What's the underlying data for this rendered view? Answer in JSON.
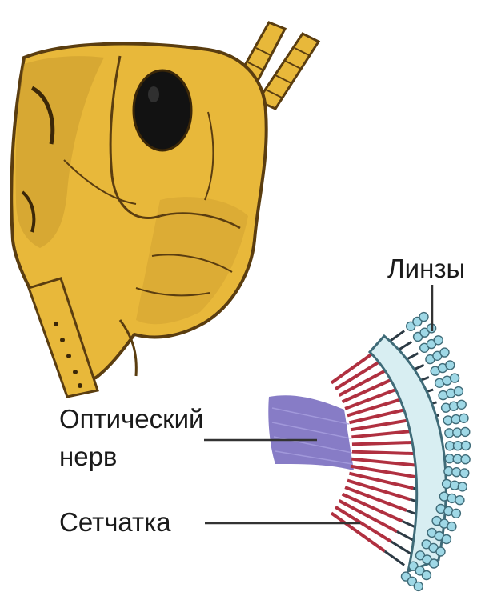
{
  "labels": {
    "lenses": "Линзы",
    "optic_nerve_line1": "Оптический",
    "optic_nerve_line2": "нерв",
    "retina": "Сетчатка"
  },
  "icons": {
    "head": "grasshopper-head-illustration",
    "eye_section": "compound-eye-cross-section"
  },
  "colors": {
    "head_fill": "#e8b83a",
    "head_shadow": "#c0902a",
    "outline": "#5a3d10",
    "eye": "#121212",
    "nerve": "#7a6ec0",
    "rhabdom": "#b03040",
    "lens": "#9fd8e6",
    "lens_outline": "#3f6b78",
    "leader": "#333333"
  }
}
